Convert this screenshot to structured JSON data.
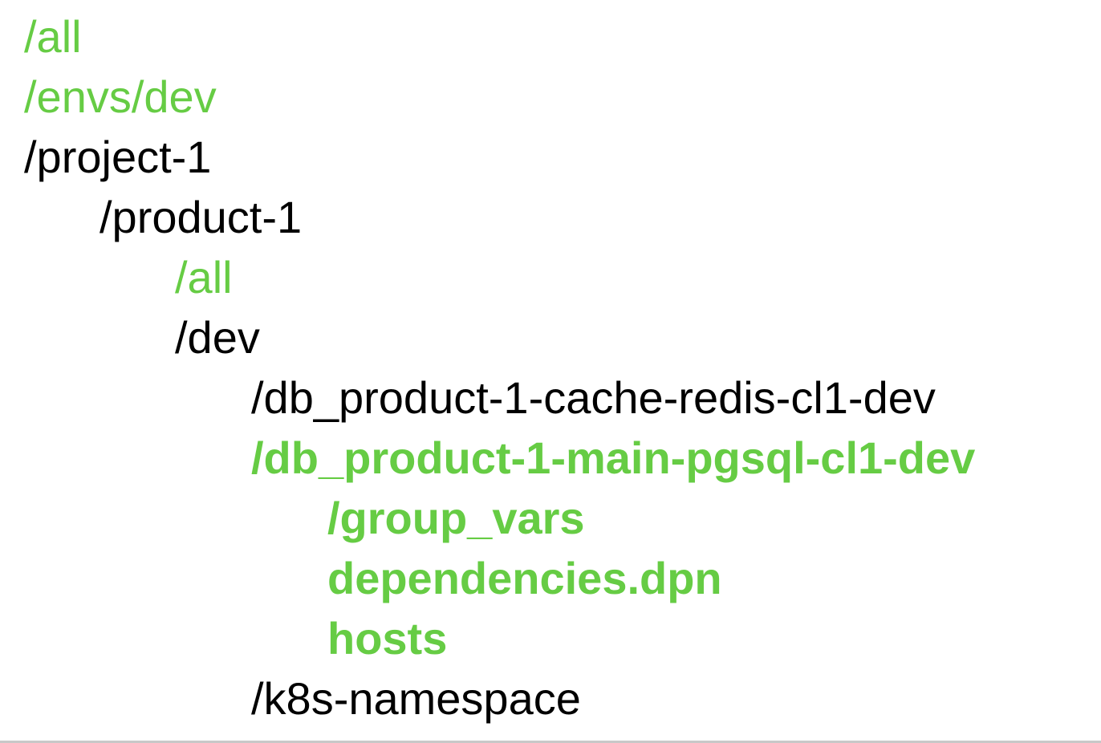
{
  "tree": {
    "rows": [
      {
        "text": "/all",
        "depth": 0,
        "highlight": true,
        "bold": false
      },
      {
        "text": "/envs/dev",
        "depth": 0,
        "highlight": true,
        "bold": false
      },
      {
        "text": "/project-1",
        "depth": 0,
        "highlight": false,
        "bold": false
      },
      {
        "text": "/product-1",
        "depth": 1,
        "highlight": false,
        "bold": false
      },
      {
        "text": "/all",
        "depth": 2,
        "highlight": true,
        "bold": false
      },
      {
        "text": "/dev",
        "depth": 2,
        "highlight": false,
        "bold": false
      },
      {
        "text": "/db_product-1-cache-redis-cl1-dev",
        "depth": 3,
        "highlight": false,
        "bold": false
      },
      {
        "text": "/db_product-1-main-pgsql-cl1-dev",
        "depth": 3,
        "highlight": true,
        "bold": true
      },
      {
        "text": "/group_vars",
        "depth": 4,
        "highlight": true,
        "bold": true
      },
      {
        "text": "dependencies.dpn",
        "depth": 4,
        "highlight": true,
        "bold": true
      },
      {
        "text": "hosts",
        "depth": 4,
        "highlight": true,
        "bold": true
      },
      {
        "text": "/k8s-namespace",
        "depth": 3,
        "highlight": false,
        "bold": false
      }
    ]
  },
  "colors": {
    "highlight": "#66cc44",
    "normal": "#000000",
    "rule": "#c8c8c8"
  }
}
